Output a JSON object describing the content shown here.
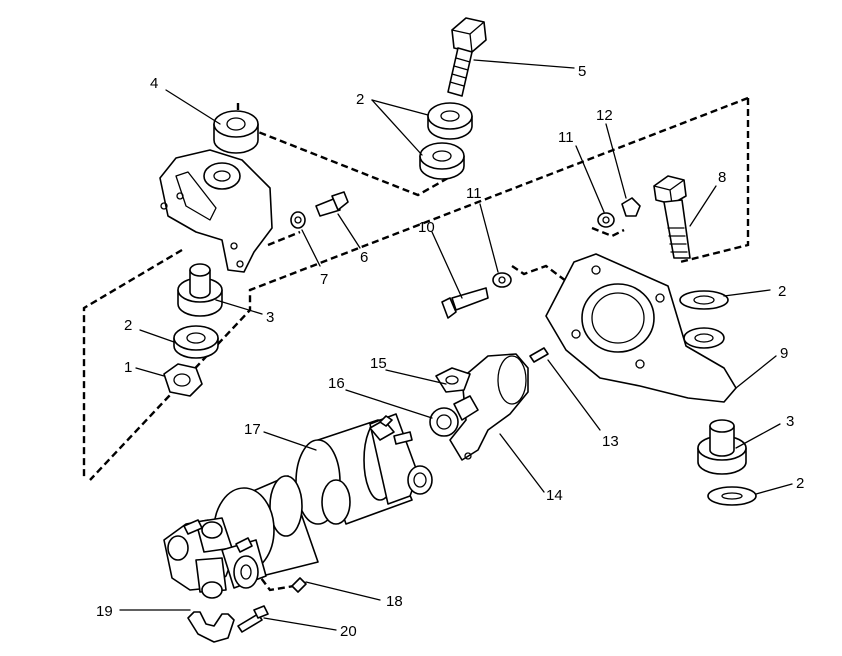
{
  "callouts": {
    "c1": "1",
    "c2a": "2",
    "c2b": "2",
    "c2c": "2",
    "c2d": "2",
    "c3a": "3",
    "c3b": "3",
    "c4": "4",
    "c5": "5",
    "c6": "6",
    "c7": "7",
    "c8": "8",
    "c9": "9",
    "c10": "10",
    "c11a": "11",
    "c11b": "11",
    "c12": "12",
    "c13": "13",
    "c14": "14",
    "c15": "15",
    "c16": "16",
    "c17": "17",
    "c18": "18",
    "c19": "19",
    "c20": "20"
  },
  "colors": {
    "line": "#000000",
    "background": "#ffffff"
  }
}
